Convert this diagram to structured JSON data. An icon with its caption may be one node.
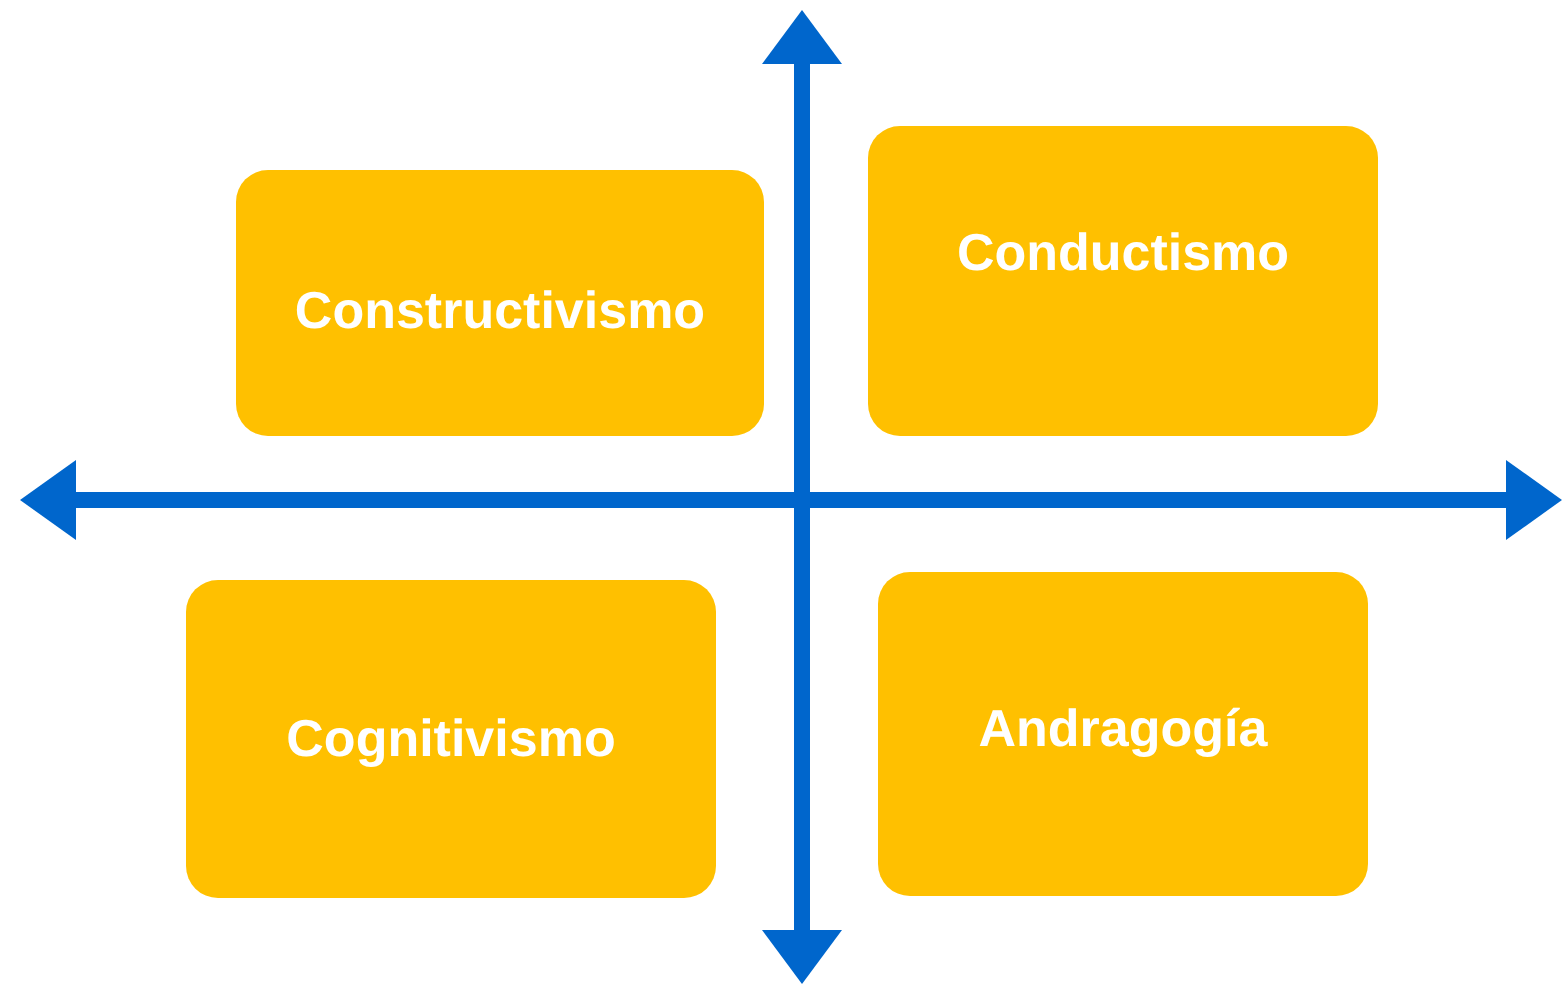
{
  "diagram": {
    "nodes": [
      {
        "text": [
          "Constructivismo"
        ]
      },
      {
        "text": [
          "Conductismo"
        ]
      },
      {
        "text": [
          "Cognitivismo"
        ]
      },
      {
        "text": [
          "Andragogía"
        ]
      }
    ]
  }
}
